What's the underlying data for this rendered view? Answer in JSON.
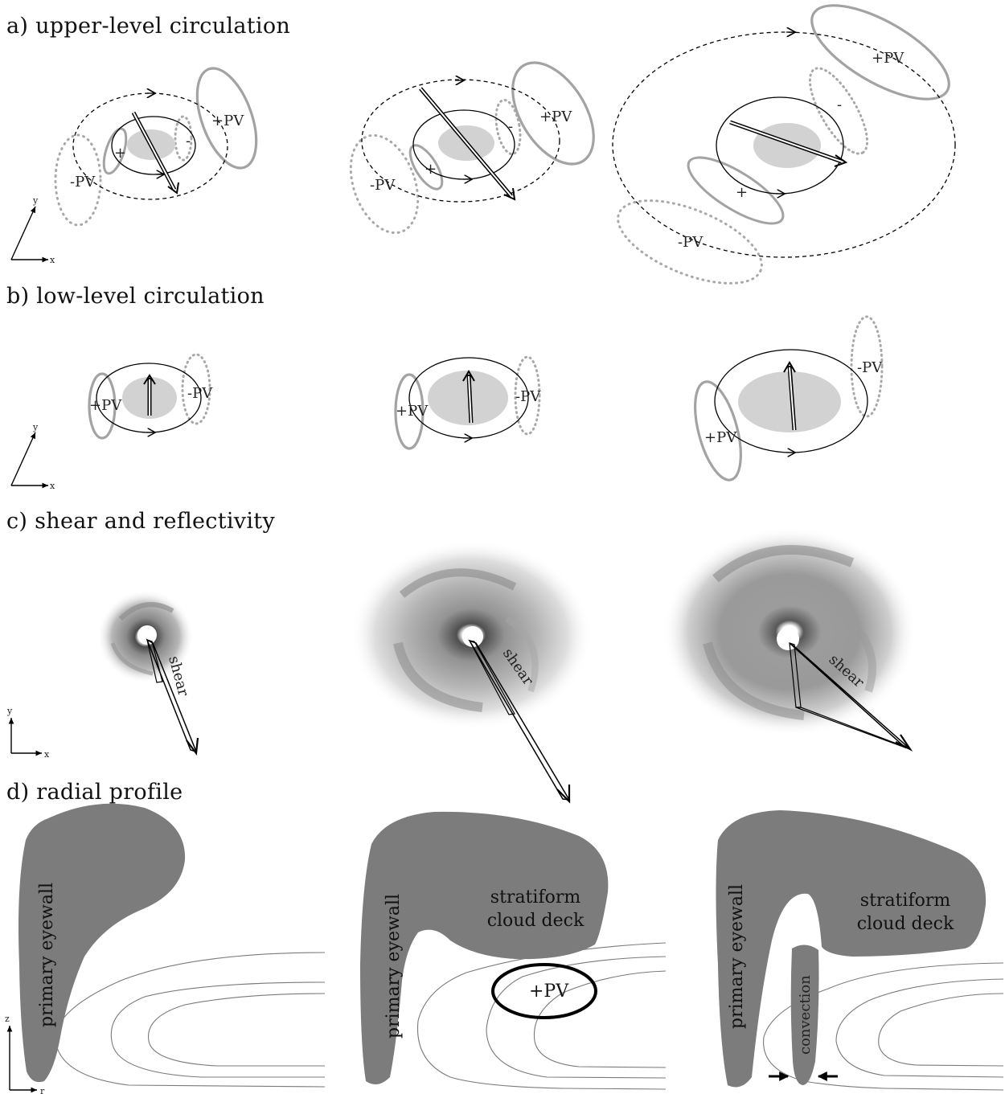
{
  "panels": {
    "a": {
      "title": "a) upper-level circulation"
    },
    "b": {
      "title": "b) low-level circulation"
    },
    "c": {
      "title": "c) shear and reflectivity"
    },
    "d": {
      "title": "d) radial profile"
    }
  },
  "labels": {
    "pos_pv": "+PV",
    "neg_pv": "-PV",
    "plus": "+",
    "minus": "-",
    "shear": "shear",
    "primary_eyewall": "primary eyewall",
    "stratiform_line1": "stratiform",
    "stratiform_line2": "cloud deck",
    "convection": "convection"
  },
  "axes": {
    "x": "x",
    "y": "y",
    "z": "z",
    "r": "r"
  },
  "colors": {
    "pv_solid": "#a3a3a3",
    "pv_dotted": "#a8a8a8",
    "core_fill": "#d2d2d2",
    "cloud_fill": "#7c7c7c",
    "contour": "#7a7a7a"
  }
}
